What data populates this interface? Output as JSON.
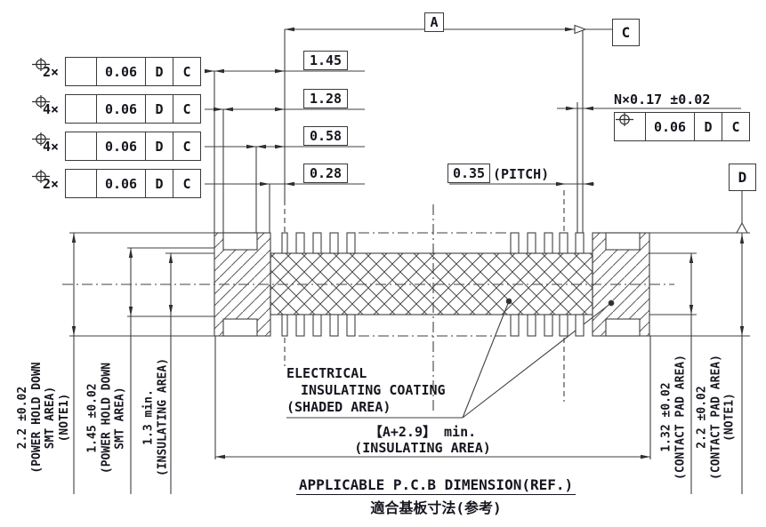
{
  "drawing_title": {
    "en": "APPLICABLE P.C.B DIMENSION(REF.)",
    "jp": "適合基板寸法(参考)"
  },
  "datums": {
    "a": "A",
    "c": "C",
    "d": "D"
  },
  "position_frames": [
    {
      "qty": "2×",
      "symbol": "position-tolerance",
      "tolerance": "0.06",
      "primary_datum": "D",
      "secondary_datum": "C",
      "dimension": "1.45"
    },
    {
      "qty": "4×",
      "symbol": "position-tolerance",
      "tolerance": "0.06",
      "primary_datum": "D",
      "secondary_datum": "C",
      "dimension": "1.28"
    },
    {
      "qty": "4×",
      "symbol": "position-tolerance",
      "tolerance": "0.06",
      "primary_datum": "D",
      "secondary_datum": "C",
      "dimension": "0.58"
    },
    {
      "qty": "2×",
      "symbol": "position-tolerance",
      "tolerance": "0.06",
      "primary_datum": "D",
      "secondary_datum": "C",
      "dimension": "0.28"
    }
  ],
  "contact_pads": {
    "label": "N×0.17 ±0.02",
    "frame": {
      "symbol": "position-tolerance",
      "tolerance": "0.06",
      "primary_datum": "D",
      "secondary_datum": "C"
    }
  },
  "pitch": {
    "value": "0.35",
    "label": "(PITCH)"
  },
  "coating_note": {
    "line1": "ELECTRICAL",
    "line2": "INSULATING COATING",
    "line3": "(SHADED AREA)"
  },
  "insulating_area": {
    "line1": "【A+2.9】 min.",
    "line2": "(INSULATING AREA)"
  },
  "left_dimensions": [
    {
      "line1": "2.2 ±0.02",
      "line2": "(POWER HOLD DOWN",
      "line3": "SMT AREA)",
      "line4": "(NOTE1)"
    },
    {
      "line1": "1.45 ±0.02",
      "line2": "(POWER HOLD DOWN",
      "line3": "SMT AREA)"
    },
    {
      "line1": "1.3 min.",
      "line2": "(INSULATING AREA)"
    }
  ],
  "right_dimensions": [
    {
      "line1": "1.32 ±0.02",
      "line2": "(CONTACT PAD AREA)"
    },
    {
      "line1": "2.2 ±0.02",
      "line2": "(CONTACT PAD AREA)",
      "line3": "(NOTE1)"
    }
  ],
  "colors": {
    "line": "#3f3f3f",
    "text": "#16161f",
    "background": "#ffffff"
  }
}
